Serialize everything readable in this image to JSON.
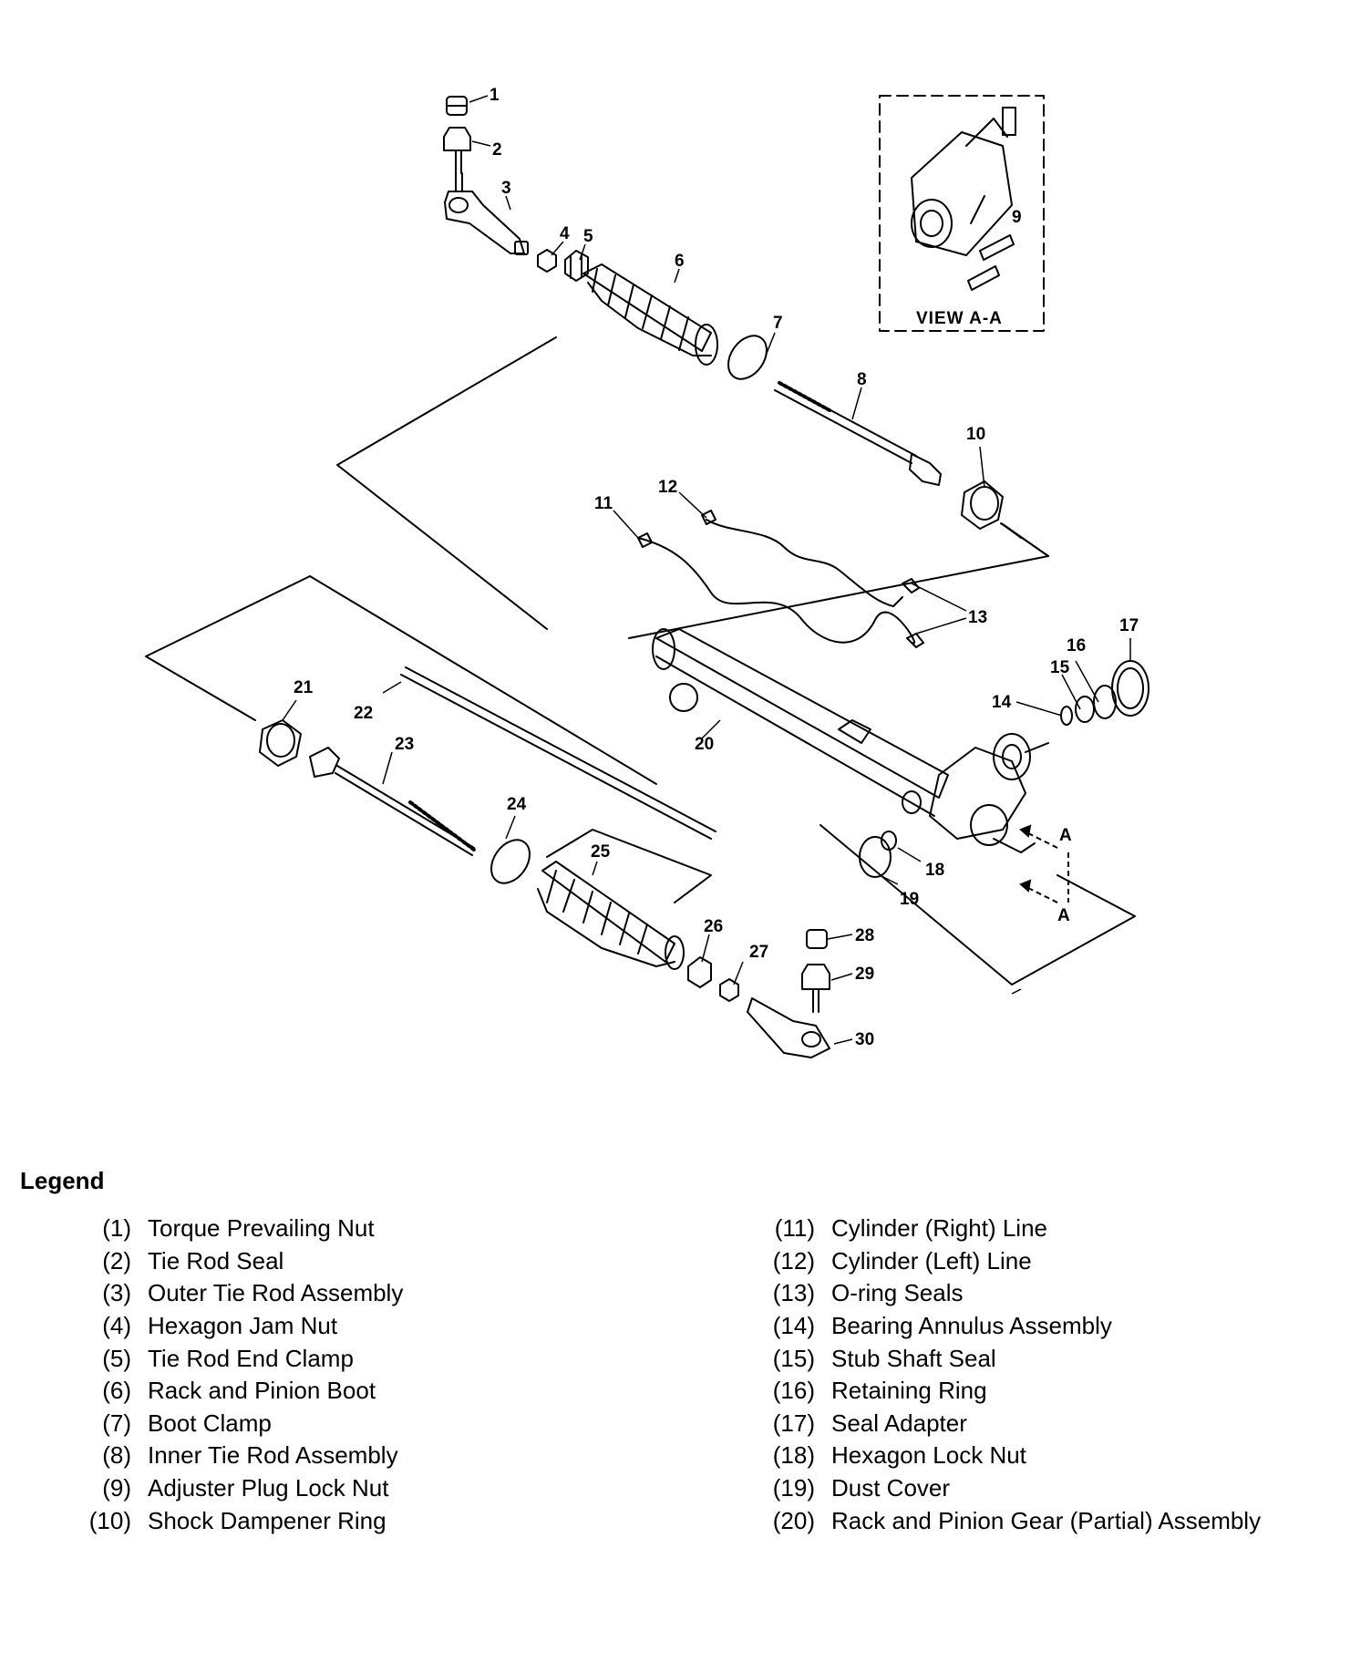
{
  "view_label": "VIEW A-A",
  "section_marks": [
    "A",
    "A"
  ],
  "callouts": [
    "1",
    "2",
    "3",
    "4",
    "5",
    "6",
    "7",
    "8",
    "9",
    "10",
    "11",
    "12",
    "13",
    "14",
    "15",
    "16",
    "17",
    "18",
    "19",
    "20",
    "21",
    "22",
    "23",
    "24",
    "25",
    "26",
    "27",
    "28",
    "29",
    "30"
  ],
  "legend": {
    "title": "Legend",
    "items": [
      {
        "num": "(1)",
        "name": "Torque Prevailing Nut"
      },
      {
        "num": "(2)",
        "name": "Tie Rod Seal"
      },
      {
        "num": "(3)",
        "name": "Outer Tie Rod Assembly"
      },
      {
        "num": "(4)",
        "name": "Hexagon Jam Nut"
      },
      {
        "num": "(5)",
        "name": "Tie Rod End Clamp"
      },
      {
        "num": "(6)",
        "name": "Rack and Pinion Boot"
      },
      {
        "num": "(7)",
        "name": "Boot Clamp"
      },
      {
        "num": "(8)",
        "name": "Inner Tie Rod Assembly"
      },
      {
        "num": "(9)",
        "name": "Adjuster Plug Lock Nut"
      },
      {
        "num": "(10)",
        "name": "Shock Dampener Ring"
      },
      {
        "num": "(11)",
        "name": "Cylinder (Right) Line"
      },
      {
        "num": "(12)",
        "name": "Cylinder (Left) Line"
      },
      {
        "num": "(13)",
        "name": "O-ring Seals"
      },
      {
        "num": "(14)",
        "name": "Bearing Annulus Assembly"
      },
      {
        "num": "(15)",
        "name": "Stub Shaft Seal"
      },
      {
        "num": "(16)",
        "name": "Retaining Ring"
      },
      {
        "num": "(17)",
        "name": "Seal Adapter"
      },
      {
        "num": "(18)",
        "name": "Hexagon Lock Nut"
      },
      {
        "num": "(19)",
        "name": "Dust Cover"
      },
      {
        "num": "(20)",
        "name": "Rack and Pinion Gear (Partial) Assembly"
      }
    ]
  }
}
